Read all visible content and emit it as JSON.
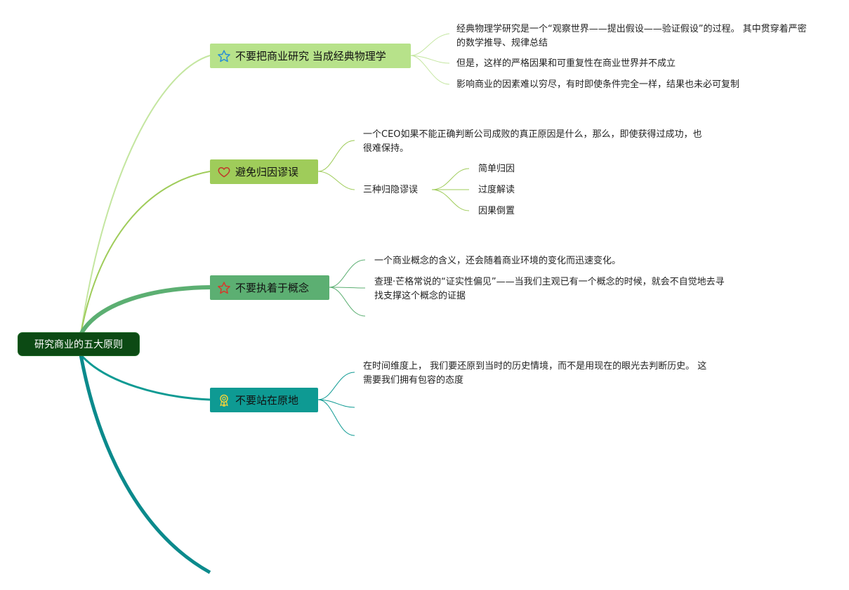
{
  "root": {
    "label": "研究商业的五大原则"
  },
  "branches": [
    {
      "label": "不要把商业研究 当成经典物理学",
      "icon": "star-outline-icon",
      "color": "#b7e28a",
      "items": [
        "经典物理学研究是一个“观察世界——提出假设——验证假设”的过程。 其中贯穿着严密的数学推导、规律总结",
        "但是，这样的严格因果和可重复性在商业世界并不成立",
        "影响商业的因素难以穷尽，有时即使条件完全一样，结果也未必可复制"
      ]
    },
    {
      "label": "避免归因谬误",
      "icon": "heart-outline-icon",
      "color": "#9fcc5a",
      "items": [
        "一个CEO如果不能正确判断公司成败的真正原因是什么，那么，即使获得过成功，也很难保持。",
        "三种归隐谬误"
      ],
      "subitems": [
        "简单归因",
        "过度解读",
        "因果倒置"
      ]
    },
    {
      "label": "不要执着于概念",
      "icon": "star-red-outline-icon",
      "color": "#5caf72",
      "items": [
        "一个商业概念的含义，还会随着商业环境的变化而迅速变化。",
        "查理·芒格常说的“证实性偏见”——当我们主观已有一个概念的时候，就会不自觉地去寻找支撑这个概念的证据"
      ]
    },
    {
      "label": "不要站在原地",
      "icon": "award-ribbon-icon",
      "color": "#0e9a93",
      "items": [
        "在时间维度上， 我们要还原到当时的历史情境，而不是用现在的眼光去判断历史。 这需要我们拥有包容的态度"
      ]
    }
  ],
  "colors": {
    "root_bg": "#0c4a14",
    "fifth_branch": "#0b8a8c"
  }
}
